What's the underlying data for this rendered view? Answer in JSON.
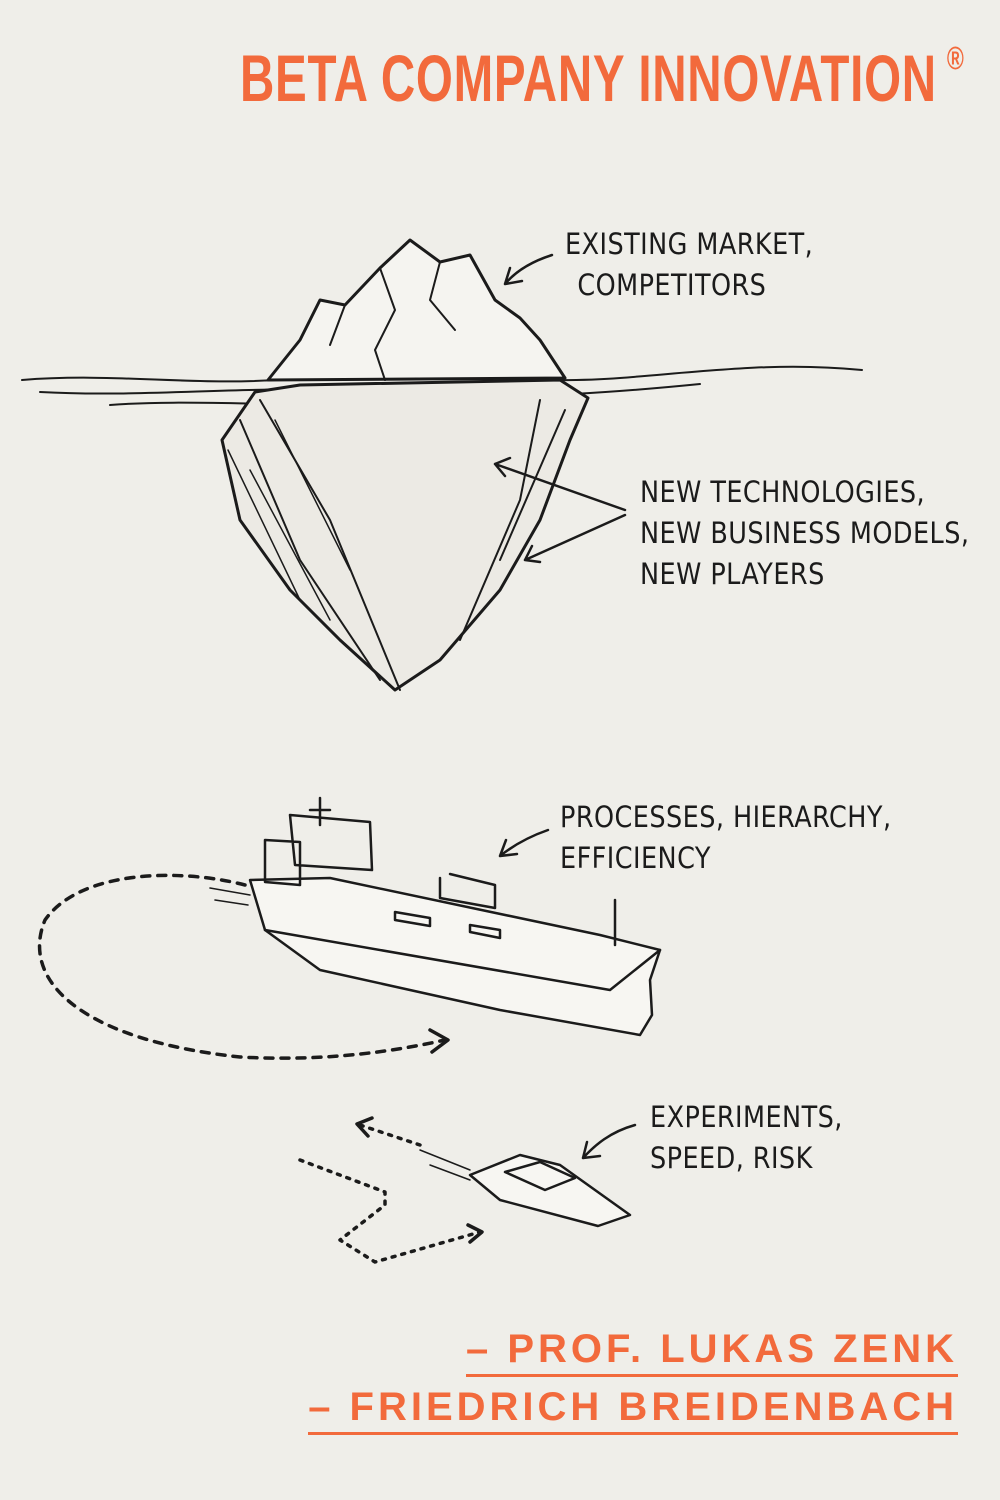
{
  "header": {
    "title": "BETA COMPANY INNOVATION",
    "trademark": "®"
  },
  "annotations": {
    "iceberg_top": [
      "EXISTING MARKET,",
      "COMPETITORS"
    ],
    "iceberg_bottom": [
      "NEW TECHNOLOGIES,",
      "NEW BUSINESS MODELS,",
      "NEW PLAYERS"
    ],
    "ship": [
      "PROCESSES, HIERARCHY,",
      "EFFICIENCY"
    ],
    "speedboat": [
      "EXPERIMENTS,",
      "SPEED, RISK"
    ]
  },
  "credits": [
    "– PROF. LUKAS ZENK",
    "– FRIEDRICH BREIDENBACH"
  ],
  "colors": {
    "accent": "#f26a3c",
    "background": "#efeee9",
    "ink": "#1b1b1b"
  }
}
